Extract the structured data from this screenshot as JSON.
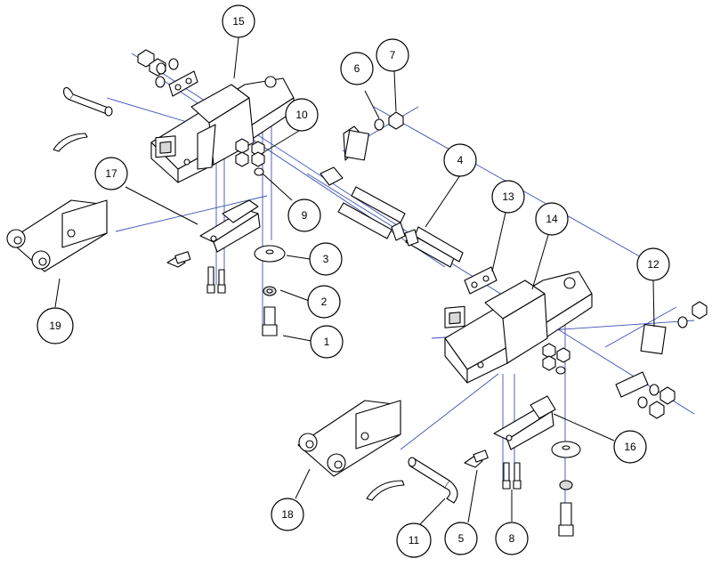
{
  "diagram": {
    "callouts": [
      {
        "id": "1",
        "label": "1"
      },
      {
        "id": "2",
        "label": "2"
      },
      {
        "id": "3",
        "label": "3"
      },
      {
        "id": "4",
        "label": "4"
      },
      {
        "id": "5",
        "label": "5"
      },
      {
        "id": "6",
        "label": "6"
      },
      {
        "id": "7",
        "label": "7"
      },
      {
        "id": "8",
        "label": "8"
      },
      {
        "id": "9",
        "label": "9"
      },
      {
        "id": "10",
        "label": "10"
      },
      {
        "id": "11",
        "label": "11"
      },
      {
        "id": "12",
        "label": "12"
      },
      {
        "id": "13",
        "label": "13"
      },
      {
        "id": "14",
        "label": "14"
      },
      {
        "id": "15",
        "label": "15"
      },
      {
        "id": "16",
        "label": "16"
      },
      {
        "id": "17",
        "label": "17"
      },
      {
        "id": "18",
        "label": "18"
      },
      {
        "id": "19",
        "label": "19"
      }
    ],
    "colors": {
      "axis_lines": "#3d50b4",
      "outline": "#000000",
      "background": "#ffffff"
    }
  }
}
